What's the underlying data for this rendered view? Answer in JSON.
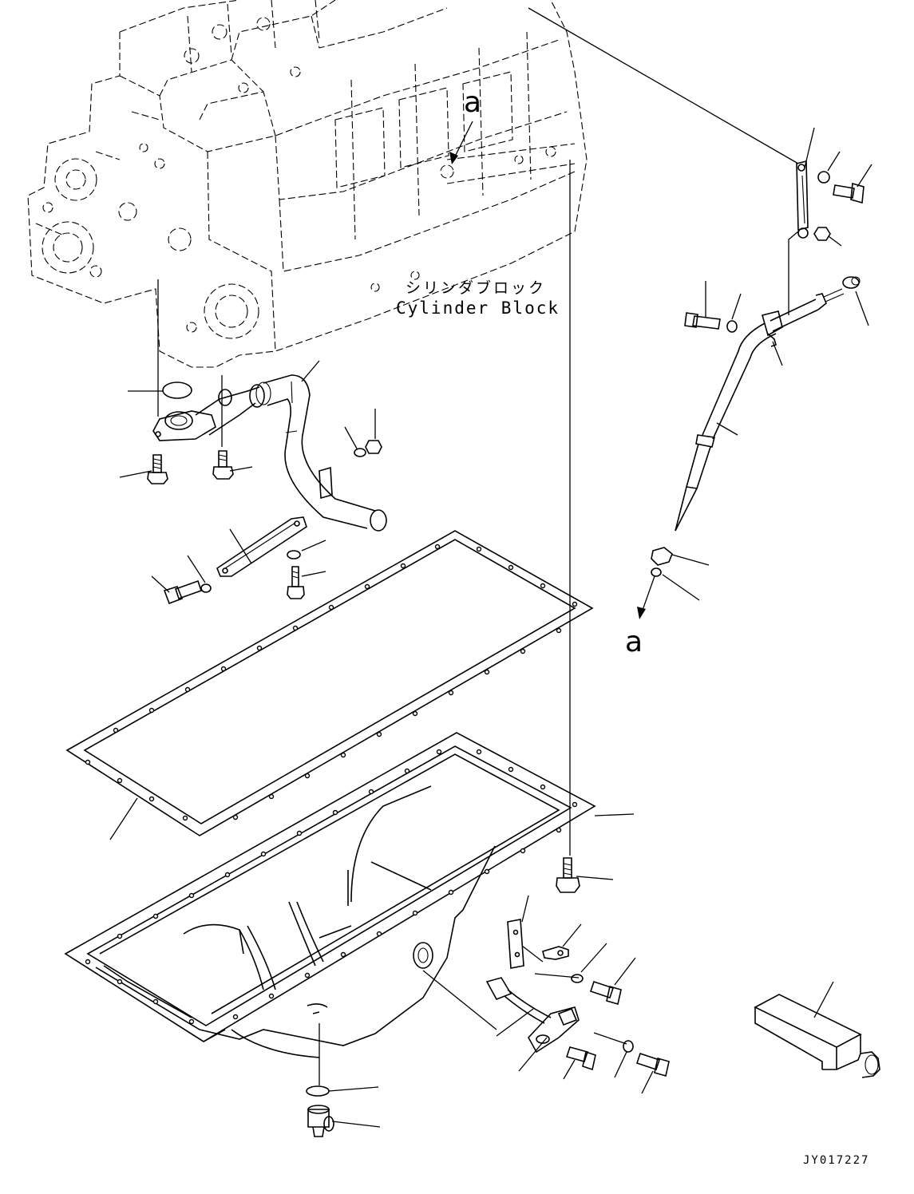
{
  "diagram": {
    "block_label_jp": "シリンダブロック",
    "block_label_en": "Cylinder Block",
    "ref_mark_top": "a",
    "ref_mark_bottom": "a",
    "drawing_code": "JY017227"
  }
}
